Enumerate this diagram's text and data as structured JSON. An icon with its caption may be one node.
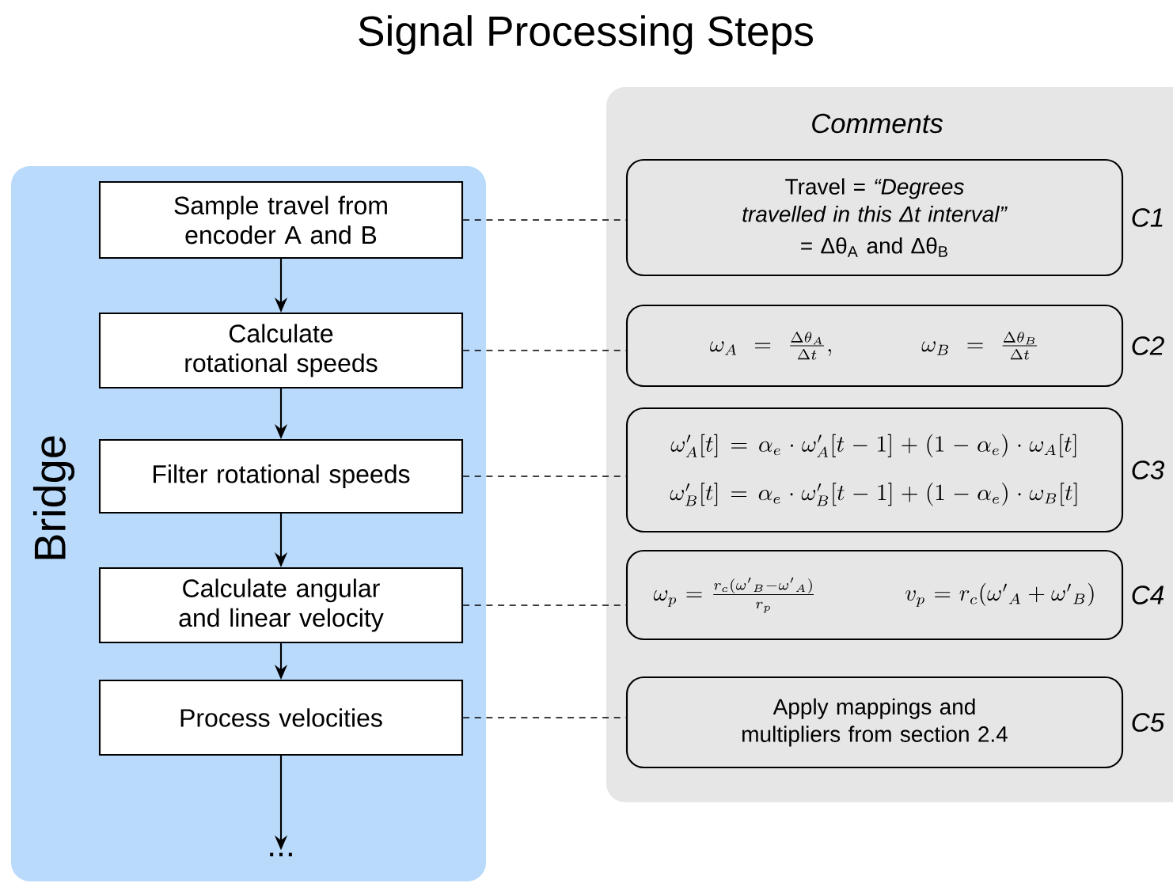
{
  "diagram": {
    "title": "Signal Processing Steps",
    "nodes": [
      {
        "text": [
          "Bridge"
        ]
      },
      {
        "text": [
          "Sample travel from encoder A and B"
        ],
        "in": 0
      },
      {
        "text": [
          "Calculate rotational speeds"
        ],
        "in": 0
      },
      {
        "text": [
          "Filter rotational speeds"
        ],
        "in": 0
      },
      {
        "text": [
          "Calculate angular and linear velocity"
        ],
        "in": 0
      },
      {
        "text": [
          "Process velocities"
        ],
        "in": 0
      },
      {
        "text": [
          "..."
        ],
        "in": 0
      },
      {
        "text": [
          "Comments"
        ]
      },
      {
        "text": [
          "Travel = *“Degrees travelled in this Δt interval”*",
          "= Δθ$_{A}$ and Δθ$_{B}$"
        ],
        "in": 7,
        "beside": [
          "C1"
        ]
      },
      {
        "text": [
          "\\omega_A = \\frac{\\Delta\\theta_A}{\\Delta t},",
          "\\omega_B = \\frac{\\Delta\\theta_B}{\\Delta t}"
        ],
        "in": 7,
        "beside": [
          "C2"
        ]
      },
      {
        "text": [
          "\\omega'_A[t] = \\alpha_e \\cdot \\omega'_A[t-1] + (1-\\alpha_e) \\cdot \\omega_A[t]",
          "\\omega'_B[t] = \\alpha_e \\cdot \\omega'_B[t-1] + (1-\\alpha_e) \\cdot \\omega_B[t]"
        ],
        "in": 7,
        "beside": [
          "C3"
        ]
      },
      {
        "text": [
          "\\omega_p = \\frac{r_c({\\omega'}_B - {\\omega'}_A)}{r_p}",
          "v_p = r_c({\\omega'}_A + {\\omega'}_B)"
        ],
        "in": 7,
        "beside": [
          "C4"
        ]
      },
      {
        "text": [
          "Apply mappings and multipliers from section 2.4"
        ],
        "in": 7,
        "beside": [
          "C5"
        ]
      }
    ],
    "edges": [
      {
        "from": 1,
        "to": 2,
        "arrow": "to"
      },
      {
        "from": 2,
        "to": 3,
        "arrow": "to"
      },
      {
        "from": 3,
        "to": 4,
        "arrow": "to"
      },
      {
        "from": 4,
        "to": 5,
        "arrow": "to"
      },
      {
        "from": 5,
        "to": 6,
        "arrow": "to"
      },
      {
        "from": 1,
        "to": 8,
        "arrow": "none",
        "style": "dashed"
      },
      {
        "from": 2,
        "to": 9,
        "arrow": "none",
        "style": "dashed"
      },
      {
        "from": 3,
        "to": 10,
        "arrow": "none",
        "style": "dashed"
      },
      {
        "from": 4,
        "to": 11,
        "arrow": "none",
        "style": "dashed"
      },
      {
        "from": 5,
        "to": 12,
        "arrow": "none",
        "style": "dashed"
      }
    ]
  }
}
